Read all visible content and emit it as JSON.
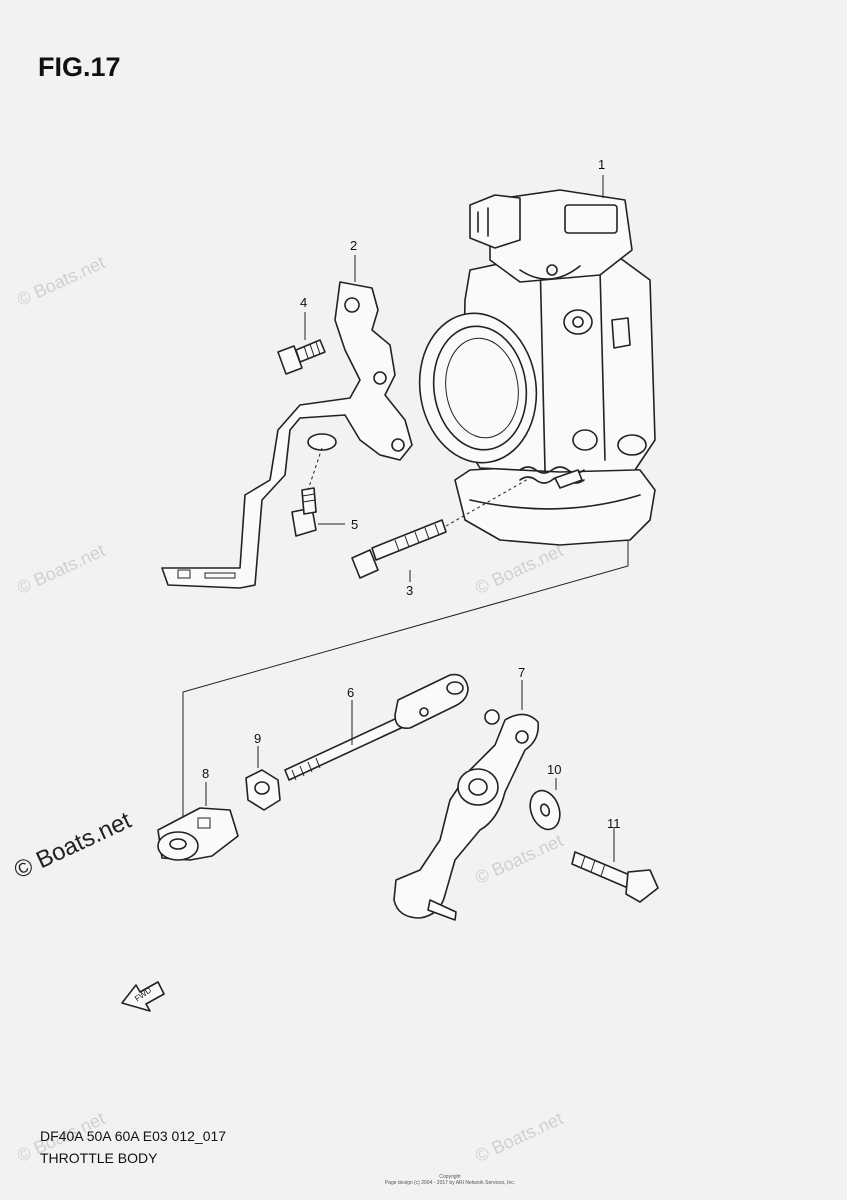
{
  "figure": {
    "title": "FIG.17"
  },
  "callouts": [
    "1",
    "2",
    "3",
    "4",
    "5",
    "6",
    "7",
    "8",
    "9",
    "10",
    "11"
  ],
  "fwd_label": "FWD",
  "footer": {
    "model": "DF40A 50A 60A E03 012_017",
    "section": "THROTTLE BODY",
    "copyright_line1": "Copyright",
    "copyright_line2": "Page design (c) 2004 - 2017 by ARI Network Services, Inc."
  },
  "watermark": {
    "text": "© Boats.net"
  }
}
